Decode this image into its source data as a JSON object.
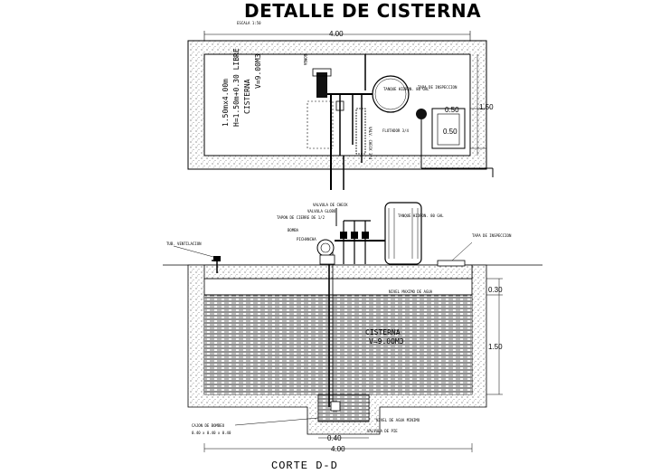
{
  "title": "DETALLE DE CISTERNA",
  "caption": "CORTE D-D",
  "plan": {
    "label_top_left": "ESCALA 1:50",
    "dim_width": "4.00",
    "dim_height": "1.50",
    "dim_small_a": "0.50",
    "dim_small_b": "0.50",
    "volume": "V=9.00M3",
    "name": "CISTERNA",
    "h_spec": "H=1.50m+0.30 LIBRE",
    "size_spec": "1.50mx4.00m",
    "labels": {
      "bomba": "BOMBA",
      "tanque": "TANQUE HIDRON. 80 GAL",
      "tapa": "TAPA DE INSPECCION",
      "flotador": "FLOTADOR 3/4",
      "valvula": "VALV. CHECK 3/4"
    }
  },
  "section": {
    "volume": "V=9.00M3",
    "name": "CISTERNA",
    "dim_top": "0.30",
    "dim_mid": "1.50",
    "dim_pit": "0.40",
    "dim_total": "4.00",
    "labels": {
      "tank": "TANQUE HIDRON. 80 GAL",
      "valvula_check": "VALVULA DE CHECK",
      "valvula_globo": "VALVULA GLOBO",
      "tapon": "TAPON DE CIERRE DE 1/2",
      "tapa": "TAPA DE INSPECCION",
      "nivel": "NIVEL MAXIMO DE AGUA",
      "tubo_vent": "TUB. VENTILACION",
      "bomba": "BOMBA",
      "pichancha": "PICHANCHA",
      "cajon": "CAJON DE BOMBEO",
      "cajon_dim": "0.40 x 0.40 x 0.40",
      "nivel_min": "NIVEL DE AGUA MINIMO",
      "valvula_pie": "VALVULA DE PIE"
    }
  }
}
